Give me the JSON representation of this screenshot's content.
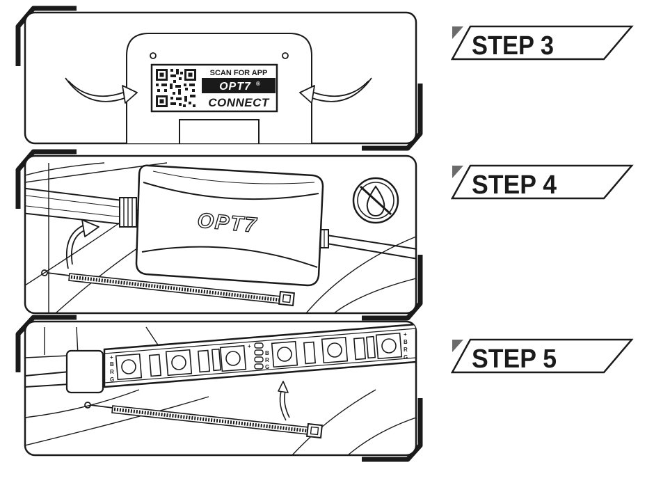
{
  "steps": [
    {
      "label": "STEP 3"
    },
    {
      "label": "STEP 4"
    },
    {
      "label": "STEP 5"
    }
  ],
  "panel3": {
    "qr_caption": "SCAN FOR APP",
    "brand": "OPT7",
    "registered_mark": "®",
    "app_name": "CONNECT"
  },
  "panel4": {
    "device_logo": "OPT7",
    "no_water_icon": "no-water-icon"
  },
  "panel5": {
    "pin_labels": [
      "+",
      "B",
      "R",
      "G"
    ]
  },
  "colors": {
    "ink": "#1a1a1a",
    "paper": "#ffffff",
    "banner_accent": "#6b6b6b"
  }
}
